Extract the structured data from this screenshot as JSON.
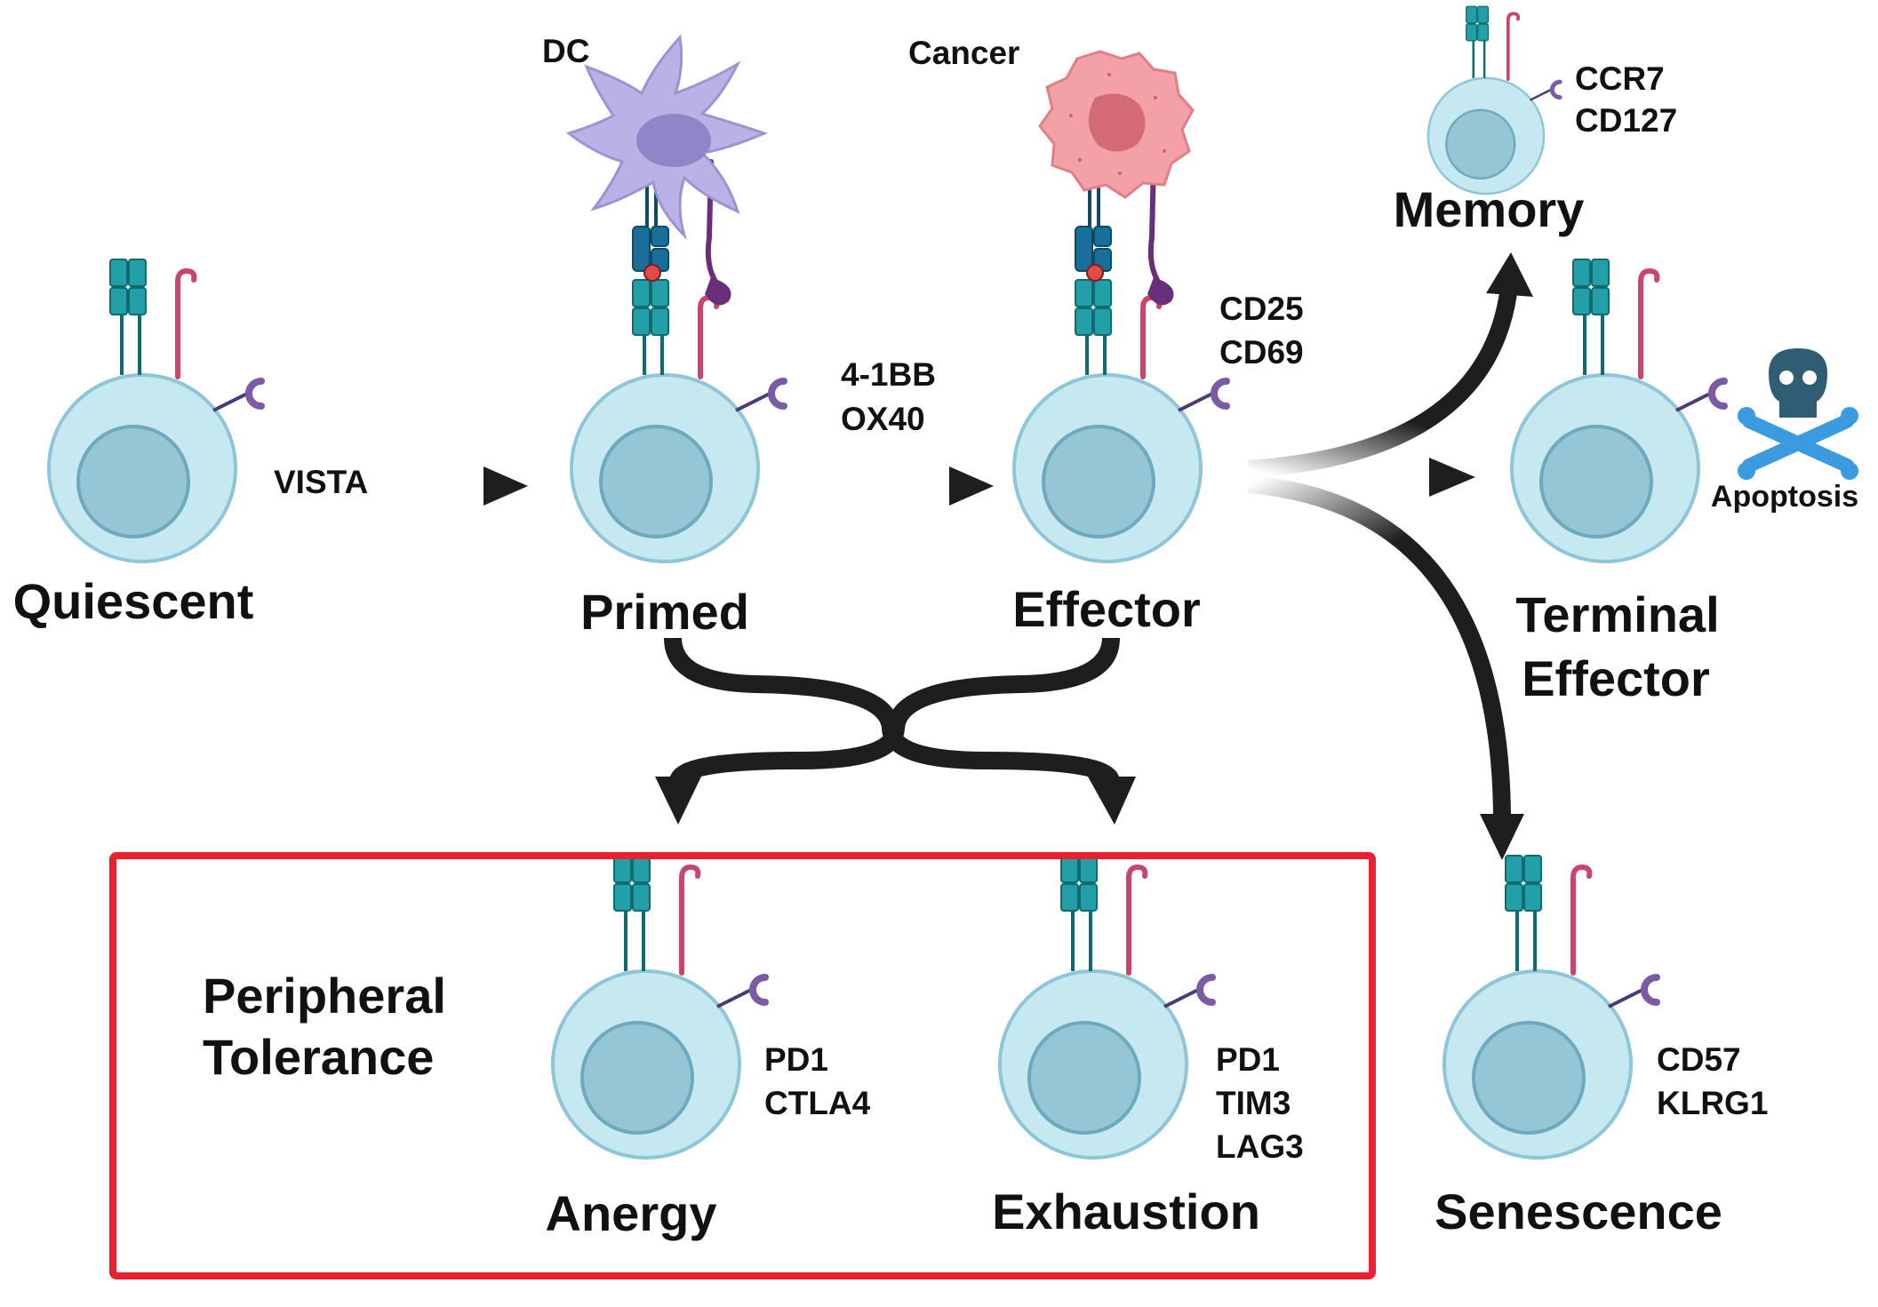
{
  "colors": {
    "cell_fill": "#c6e8f1",
    "cell_stroke": "#8dc6d8",
    "nucleus_fill": "#94c6d6",
    "nucleus_stroke": "#6ea9bd",
    "tcr": "#23a0a7",
    "tcr_dark": "#0f6b6f",
    "receptor_red": "#c9466a",
    "receptor_purple": "#7d5aa6",
    "dc": "#b9b2e6",
    "dc_nucleus": "#8f86c9",
    "cancer": "#f3a0a6",
    "cancer_nucleus": "#d46a73",
    "arrow": "#1e1e1e",
    "box_border": "#e8202f",
    "skull": "#2f5d73",
    "bones": "#3a9be0"
  },
  "icons": [
    "dendritic-cell-icon",
    "cancer-cell-icon",
    "skull-crossbones-icon",
    "t-cell-icon",
    "tcr-receptor-icon"
  ],
  "stages": {
    "quiescent": "Quiescent",
    "primed": "Primed",
    "effector": "Effector",
    "memory": "Memory",
    "terminal_line1": "Terminal",
    "terminal_line2": "Effector",
    "senescence": "Senescence",
    "anergy": "Anergy",
    "exhaustion": "Exhaustion"
  },
  "markers": {
    "vista": "VISTA",
    "primed_1": "4-1BB",
    "primed_2": "OX40",
    "effector_1": "CD25",
    "effector_2": "CD69",
    "memory_1": "CCR7",
    "memory_2": "CD127",
    "anergy_1": "PD1",
    "anergy_2": "CTLA4",
    "exhaustion_1": "PD1",
    "exhaustion_2": "TIM3",
    "exhaustion_3": "LAG3",
    "senescence_1": "CD57",
    "senescence_2": "KLRG1"
  },
  "labels": {
    "dc": "DC",
    "cancer": "Cancer",
    "apoptosis": "Apoptosis",
    "tolerance_line1": "Peripheral",
    "tolerance_line2": "Tolerance"
  }
}
